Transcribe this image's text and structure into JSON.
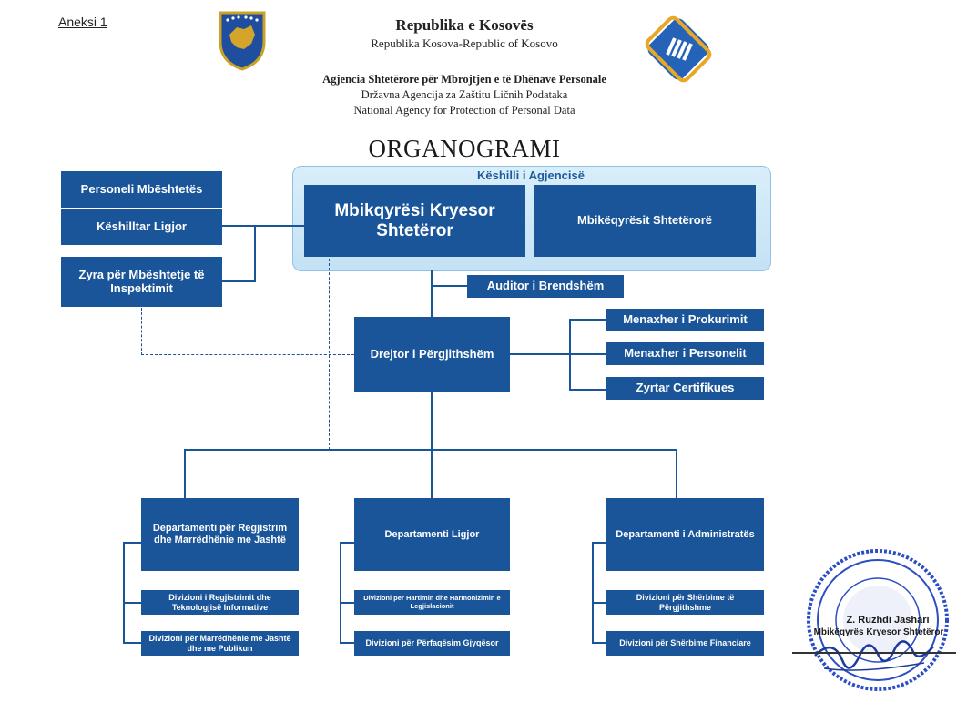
{
  "annex": "Aneksi 1",
  "header": {
    "title": "Republika e Kosovës",
    "subtitle": "Republika Kosova-Republic of Kosovo",
    "agency_sq": "Agjencia Shtetërore për Mbrojtjen e të Dhënave Personale",
    "agency_sr": "Državna Agencija za Zaštitu Ličnih Podataka",
    "agency_en": "National Agency for Protection of Personal Data"
  },
  "org_title": "ORGANOGRAMI",
  "council": {
    "label": "Këshilli i Agjencisë",
    "chief": "Mbikqyrësi Kryesor Shtetëror",
    "supervisors": "Mbikëqyrësit Shtetërorë"
  },
  "left_boxes": {
    "support_staff": "Personeli Mbështetës",
    "legal_advisor": "Këshilltar Ligjor",
    "inspection_office": "Zyra për Mbështetje të Inspektimit"
  },
  "auditor": "Auditor i Brendshëm",
  "director": "Drejtor i Përgjithshëm",
  "right_boxes": {
    "procurement": "Menaxher i Prokurimit",
    "personnel": "Menaxher i Personelit",
    "certifier": "Zyrtar Certifikues"
  },
  "departments": [
    {
      "name": "Departamenti për Regjistrim dhe Marrëdhënie me Jashtë",
      "divisions": [
        "Divizioni i Regjistrimit dhe Teknologjisë Informative",
        "Divizioni për Marrëdhënie me Jashtë dhe me Publikun"
      ]
    },
    {
      "name": "Departamenti Ligjor",
      "divisions": [
        "Divizioni për Hartimin dhe Harmonizimin e Legjislacionit",
        "Divizioni për Përfaqësim Gjyqësor"
      ]
    },
    {
      "name": "Departamenti i Administratës",
      "divisions": [
        "Divizioni për Shërbime të Përgjithshme",
        "Divizioni për Shërbime Financiare"
      ]
    }
  ],
  "signature": {
    "name": "Z. Ruzhdi Jashari",
    "title": "Mbikëqyrës Kryesor Shtetëror"
  },
  "colors": {
    "box": "#1a5499",
    "council_bg": "#d2eaf8",
    "stamp": "#2b4ec4"
  }
}
